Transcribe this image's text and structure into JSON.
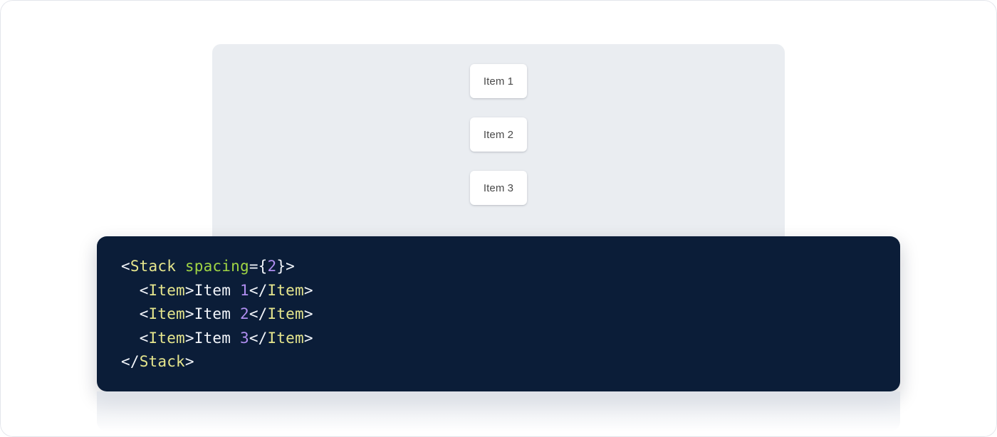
{
  "theme": {
    "page_background": "#ffffff",
    "panel_background": "#eaedf1",
    "item_background": "#ffffff",
    "item_text_color": "#4a4a4a",
    "code_background": "#0b1d38",
    "code_text_color": "#f2f5fa",
    "token_tag_color": "#e6e68d",
    "token_attribute_color": "#a0d544",
    "token_number_color": "#b08ef0"
  },
  "preview": {
    "component_name": "Stack",
    "spacing_value": "2",
    "items": [
      {
        "label": "Item 1"
      },
      {
        "label": "Item 2"
      },
      {
        "label": "Item 3"
      }
    ]
  },
  "code": {
    "language": "jsx",
    "lines": [
      {
        "indent": "",
        "tokens": [
          {
            "text": "<",
            "type": "punct"
          },
          {
            "text": "Stack",
            "type": "tag"
          },
          {
            "text": " ",
            "type": "plain"
          },
          {
            "text": "spacing",
            "type": "attr"
          },
          {
            "text": "={",
            "type": "punct"
          },
          {
            "text": "2",
            "type": "num"
          },
          {
            "text": "}>",
            "type": "punct"
          }
        ]
      },
      {
        "indent": "  ",
        "tokens": [
          {
            "text": "<",
            "type": "punct"
          },
          {
            "text": "Item",
            "type": "tag"
          },
          {
            "text": ">",
            "type": "punct"
          },
          {
            "text": "Item ",
            "type": "plain"
          },
          {
            "text": "1",
            "type": "num"
          },
          {
            "text": "</",
            "type": "punct"
          },
          {
            "text": "Item",
            "type": "tag"
          },
          {
            "text": ">",
            "type": "punct"
          }
        ]
      },
      {
        "indent": "  ",
        "tokens": [
          {
            "text": "<",
            "type": "punct"
          },
          {
            "text": "Item",
            "type": "tag"
          },
          {
            "text": ">",
            "type": "punct"
          },
          {
            "text": "Item ",
            "type": "plain"
          },
          {
            "text": "2",
            "type": "num"
          },
          {
            "text": "</",
            "type": "punct"
          },
          {
            "text": "Item",
            "type": "tag"
          },
          {
            "text": ">",
            "type": "punct"
          }
        ]
      },
      {
        "indent": "  ",
        "tokens": [
          {
            "text": "<",
            "type": "punct"
          },
          {
            "text": "Item",
            "type": "tag"
          },
          {
            "text": ">",
            "type": "punct"
          },
          {
            "text": "Item ",
            "type": "plain"
          },
          {
            "text": "3",
            "type": "num"
          },
          {
            "text": "</",
            "type": "punct"
          },
          {
            "text": "Item",
            "type": "tag"
          },
          {
            "text": ">",
            "type": "punct"
          }
        ]
      },
      {
        "indent": "",
        "tokens": [
          {
            "text": "</",
            "type": "punct"
          },
          {
            "text": "Stack",
            "type": "tag"
          },
          {
            "text": ">",
            "type": "punct"
          }
        ]
      }
    ]
  }
}
